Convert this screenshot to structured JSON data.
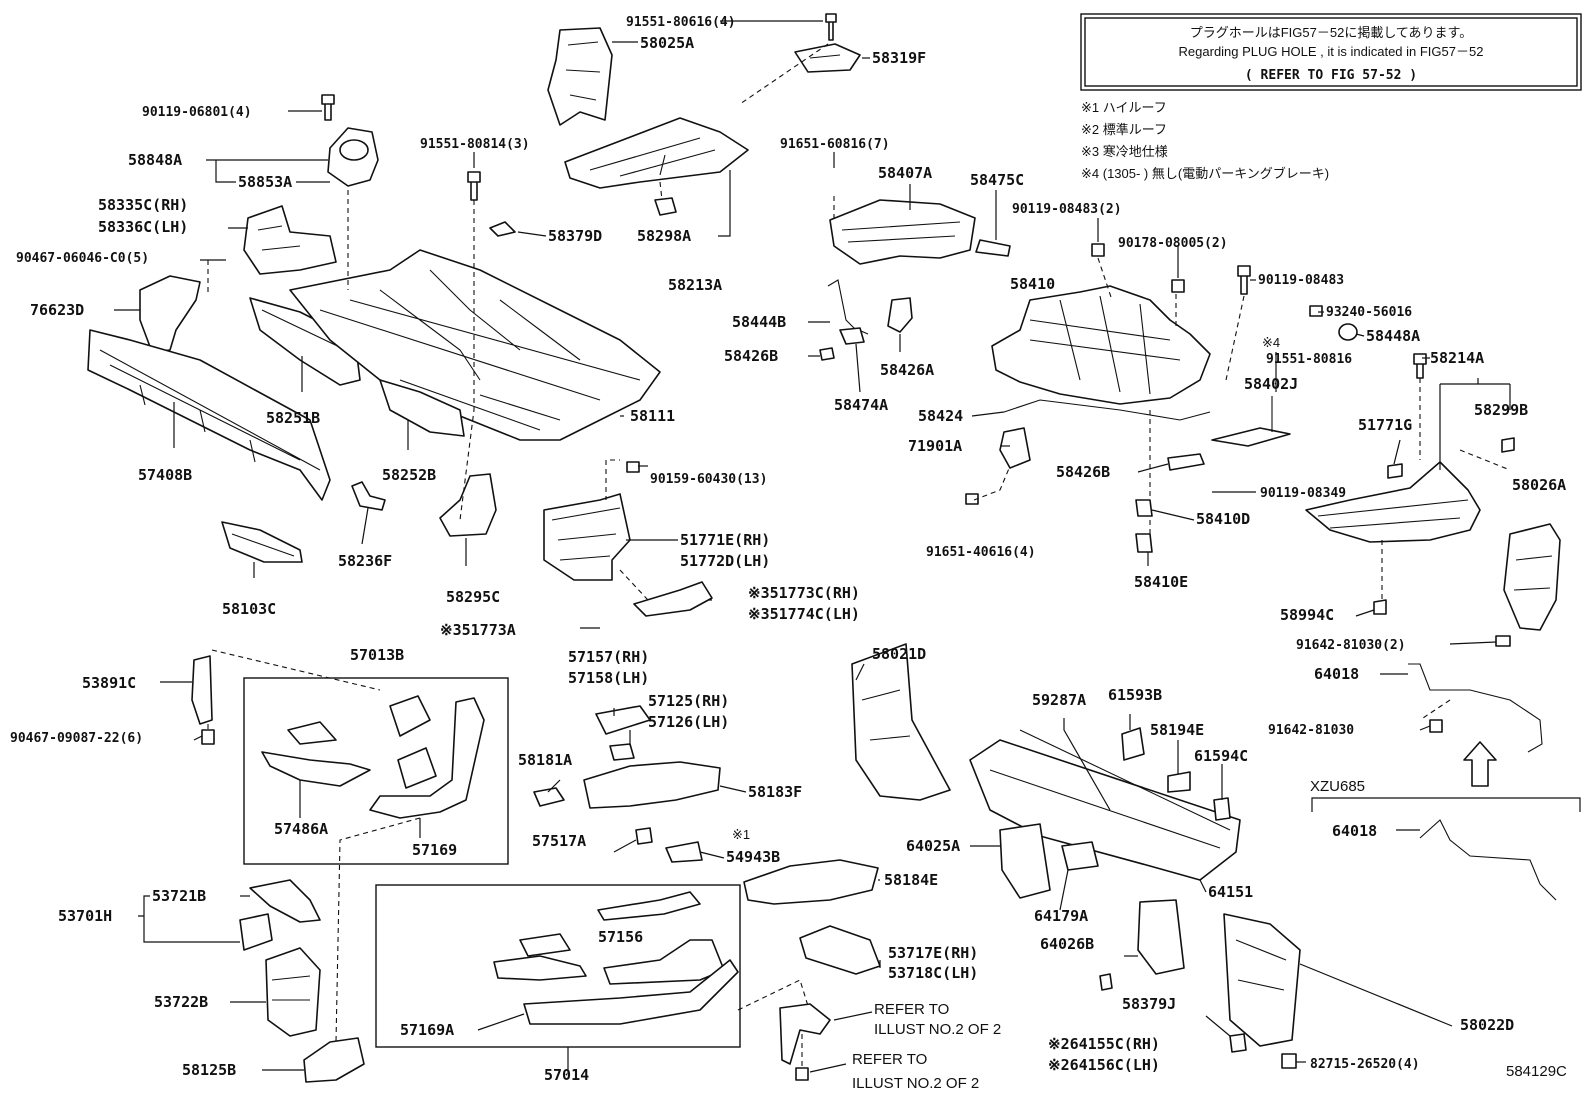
{
  "notice": {
    "line1": "プラグホールはFIG57－52に掲載してあります。",
    "line2": "Regarding PLUG HOLE , it is indicated in FIG57－52",
    "line3": "(        REFER TO FIG 57-52        )"
  },
  "legend": [
    "※1 ハイルーフ",
    "※2 標準ルーフ",
    "※3 寒冷地仕様",
    "※4 (1305-        ) 無し(電動パーキングブレーキ)"
  ],
  "labels": {
    "p91551_80616": "91551-80616(4)",
    "p58025A": "58025A",
    "p58319F": "58319F",
    "p90119_06801": "90119-06801(4)",
    "p58848A": "58848A",
    "p58853A": "58853A",
    "p58335C": "58335C(RH)",
    "p58336C": "58336C(LH)",
    "p90467_06046": "90467-06046-C0(5)",
    "p76623D": "76623D",
    "p91551_80814": "91551-80814(3)",
    "p58379D": "58379D",
    "p58298A": "58298A",
    "p58213A": "58213A",
    "p91651_60816": "91651-60816(7)",
    "p58407A": "58407A",
    "p58475C": "58475C",
    "p90119_08483_2": "90119-08483(2)",
    "p90178_08005": "90178-08005(2)",
    "p58410": "58410",
    "p90119_08483": "90119-08483",
    "p93240_56016": "93240-56016",
    "p58448A": "58448A",
    "note4": "※4",
    "p91551_80816": "91551-80816",
    "p58214A": "58214A",
    "p58444B": "58444B",
    "p58426B_a": "58426B",
    "p58426A": "58426A",
    "p58474A": "58474A",
    "p58424": "58424",
    "p58402J": "58402J",
    "p71901A": "71901A",
    "p58426B_b": "58426B",
    "p90119_08349": "90119-08349",
    "p51771G": "51771G",
    "p58299B": "58299B",
    "p58026A": "58026A",
    "p58410D": "58410D",
    "p91651_40616": "91651-40616(4)",
    "p58410E": "58410E",
    "p58994C": "58994C",
    "p91642_81030_2": "91642-81030(2)",
    "p64018_a": "64018",
    "p91642_81030": "91642-81030",
    "p58251B": "58251B",
    "p58111": "58111",
    "p57408B": "57408B",
    "p58252B": "58252B",
    "p90159_60430": "90159-60430(13)",
    "p51771E": "51771E(RH)",
    "p51772D": "51772D(LH)",
    "p58236F": "58236F",
    "p58295C": "58295C",
    "p58103C": "58103C",
    "p51773C": "※351773C(RH)",
    "p51774C": "※351774C(LH)",
    "p51773A": "※351773A",
    "p53891C": "53891C",
    "p57013B": "57013B",
    "p90467_09087": "90467-09087-22(6)",
    "p57157": "57157(RH)",
    "p57158": "57158(LH)",
    "p57125": "57125(RH)",
    "p57126": "57126(LH)",
    "p58021D": "58021D",
    "p59287A": "59287A",
    "p61593B": "61593B",
    "p58194E": "58194E",
    "p61594C": "61594C",
    "p58181A": "58181A",
    "p58183F": "58183F",
    "p57486A": "57486A",
    "p57169": "57169",
    "note1": "※1",
    "p57517A": "57517A",
    "p54943B": "54943B",
    "p64025A": "64025A",
    "p58184E": "58184E",
    "p64179A": "64179A",
    "p64151": "64151",
    "p53721B": "53721B",
    "p53701H": "53701H",
    "p57156": "57156",
    "p53717E": "53717E(RH)",
    "p53718C": "53718C(LH)",
    "p64026B": "64026B",
    "p53722B": "53722B",
    "p57169A": "57169A",
    "refer1a": "REFER TO",
    "refer1b": "ILLUST NO.2 OF 2",
    "p58379J": "58379J",
    "p58022D": "58022D",
    "p64155C": "※264155C(RH)",
    "p64156C": "※264156C(LH)",
    "p58125B": "58125B",
    "p57014": "57014",
    "refer2a": "REFER TO",
    "refer2b": "ILLUST NO.2 OF 2",
    "p82715": "82715-26520(4)",
    "xzu": "XZU685",
    "p64018_b": "64018",
    "figcode": "584129C"
  }
}
